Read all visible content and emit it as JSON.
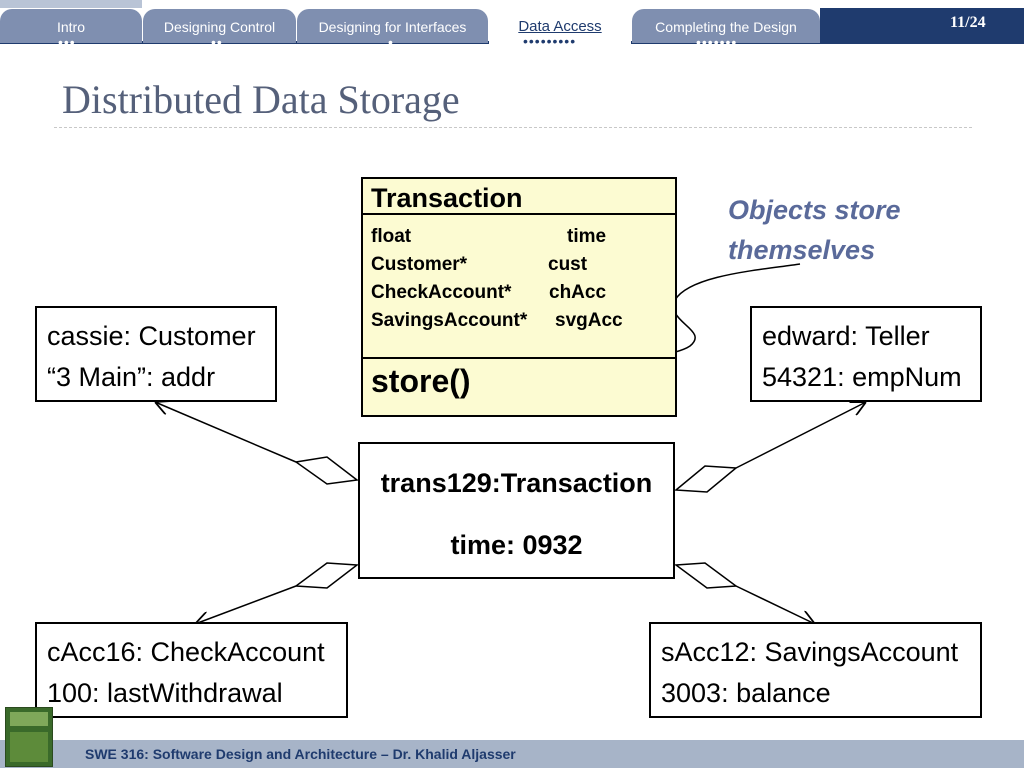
{
  "nav": {
    "tabs": [
      {
        "label": "Intro",
        "dots": "•••",
        "active": false
      },
      {
        "label": "Designing Control",
        "dots": "••",
        "active": false
      },
      {
        "label": "Designing for Interfaces",
        "dots": "•",
        "active": false
      },
      {
        "label": "Data Access",
        "dots": "•••••••••",
        "active": true
      },
      {
        "label": "Completing the Design",
        "dots": "•••••••",
        "active": false
      }
    ],
    "page": "11/24"
  },
  "title": "Distributed Data Storage",
  "class": {
    "name": "Transaction",
    "attributes": [
      {
        "type": "float",
        "name": "time"
      },
      {
        "type": "Customer*",
        "name": "cust"
      },
      {
        "type": "CheckAccount*",
        "name": "chAcc"
      },
      {
        "type": "SavingsAccount*",
        "name": "svgAcc"
      }
    ],
    "operation": "store()"
  },
  "note": {
    "line1": "Objects store",
    "line2": "themselves"
  },
  "objects": {
    "customer": {
      "line1": "cassie: Customer",
      "line2": "“3 Main”: addr"
    },
    "teller": {
      "line1": "edward: Teller",
      "line2": "54321: empNum"
    },
    "check": {
      "line1": "cAcc16: CheckAccount",
      "line2": "100: lastWithdrawal"
    },
    "savings": {
      "line1": "sAcc12: SavingsAccount",
      "line2": "3003: balance"
    },
    "transaction": {
      "line1": "trans129:Transaction",
      "line2": "time: 0932"
    }
  },
  "footer": "SWE 316: Software Design and Architecture – Dr. Khalid Aljasser"
}
